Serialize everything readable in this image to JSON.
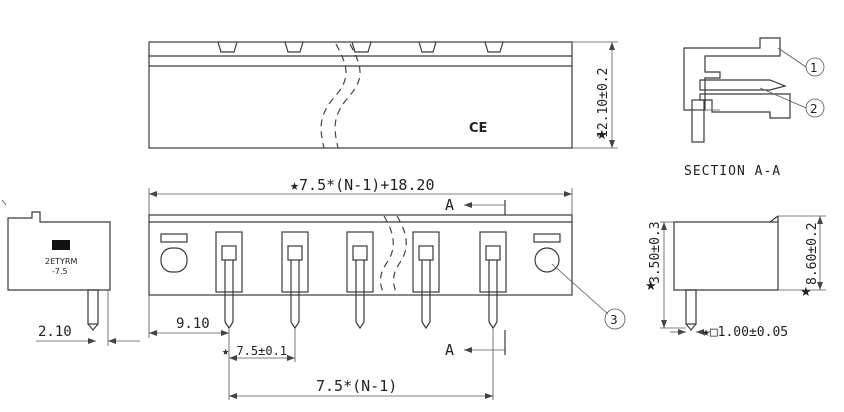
{
  "dimensions": {
    "height_top": "12.10±0.2",
    "overall_length": "★7.5*(N-1)+18.20",
    "pin_pitch": "★ 7.5±0.1",
    "end_offset": "9.10",
    "pin_span": "7.5*(N-1)",
    "side_pin_offset": "2.10",
    "pin_height": "3.50±0.3",
    "right_height": "8.60±0.2",
    "pin_square": "★□1.00±0.05",
    "star_mark": "★"
  },
  "labels": {
    "ce_mark": "CE",
    "section_title": "SECTION A-A",
    "section_marker_top": "A",
    "section_marker_bottom": "A",
    "callout_1": "1",
    "callout_2": "2",
    "callout_3": "3",
    "part_number": "2ETYRM",
    "part_pitch": "-7.5"
  }
}
